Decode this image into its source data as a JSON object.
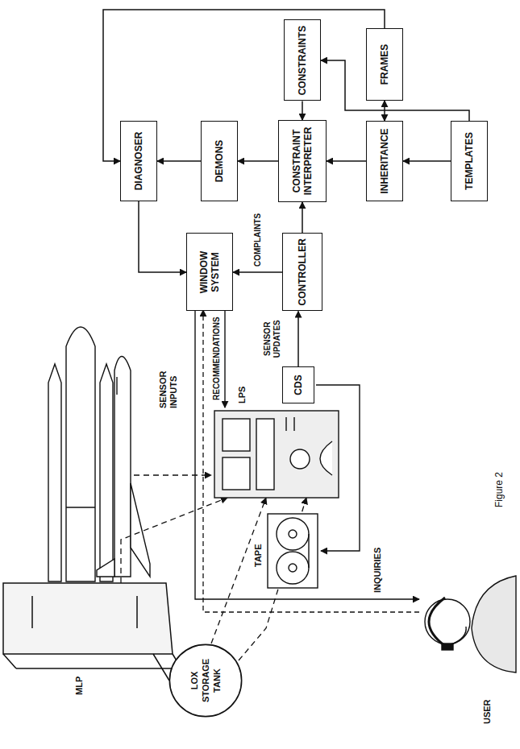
{
  "diagram": {
    "caption": "Figure 2",
    "nodes": [
      {
        "text": [
          "TEMPLATES"
        ]
      },
      {
        "text": [
          "FRAMES"
        ]
      },
      {
        "text": [
          "INHERITANCE"
        ]
      },
      {
        "text": [
          "CONSTRAINTS"
        ]
      },
      {
        "text": [
          "CONSTRAINT INTERPRETER"
        ]
      },
      {
        "text": [
          "DEMONS"
        ]
      },
      {
        "text": [
          "CONTROLLER"
        ]
      },
      {
        "text": [
          "DIAGNOSER"
        ]
      },
      {
        "text": [
          "WINDOW SYSTEM"
        ]
      },
      {
        "text": [
          "CDS"
        ]
      },
      {
        "text": [
          "LOX STORAGE TANK"
        ]
      }
    ],
    "edges": [
      {
        "from": 0,
        "to": 2,
        "arrow": "to"
      },
      {
        "from": 2,
        "to": 1,
        "arrow": "both"
      },
      {
        "from": 0,
        "to": 3,
        "arrow": "to"
      },
      {
        "from": 2,
        "to": 4,
        "arrow": "to"
      },
      {
        "from": 3,
        "to": 4,
        "arrow": "to"
      },
      {
        "from": 4,
        "to": 5,
        "arrow": "to"
      },
      {
        "from": 5,
        "to": 7,
        "arrow": "to"
      },
      {
        "from": 1,
        "to": 7,
        "arrow": "to"
      },
      {
        "from": 6,
        "to": 4,
        "arrow": "to"
      },
      {
        "from": 6,
        "to": 8,
        "label": "COMPLAINTS",
        "arrow": "to"
      },
      {
        "from": 7,
        "to": 8,
        "arrow": "to"
      },
      {
        "from": 9,
        "to": 6,
        "label": "SENSOR UPDATES",
        "arrow": "to"
      }
    ],
    "labels": [
      "TAPE",
      "SENSOR INPUTS",
      "LPS",
      "MLP",
      "INQUIRIES",
      "RECOMMENDATIONS",
      "USER"
    ]
  }
}
